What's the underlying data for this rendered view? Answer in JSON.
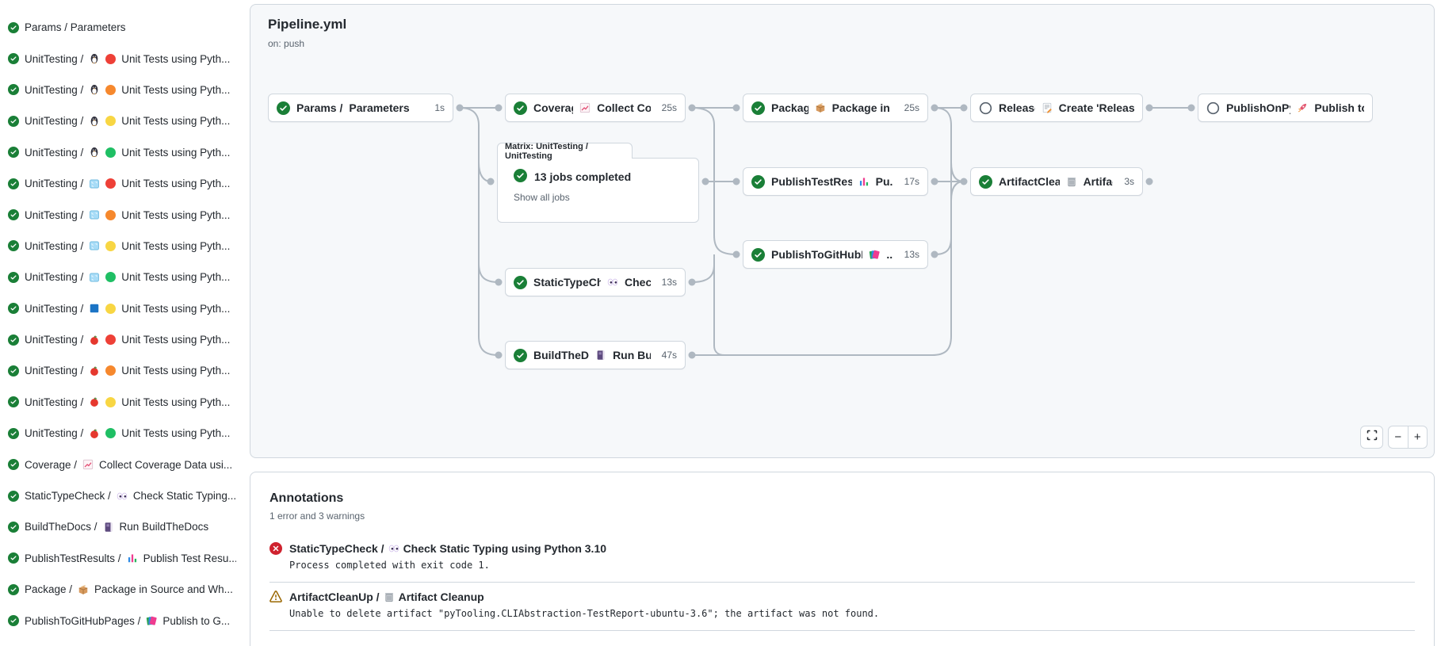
{
  "header": {
    "title": "Pipeline.yml",
    "trigger": "on: push"
  },
  "colors": {
    "success": "#1a7f37",
    "error": "#cf222e",
    "warning": "#9a6700",
    "edge": "#afb8c1",
    "dots": {
      "red": "#ee4037",
      "orange": "#f6882d",
      "yellow": "#f8d643",
      "green": "#1fbf64"
    }
  },
  "sidebar": {
    "items": [
      {
        "status": "success",
        "prefix": "Params / Parameters",
        "os_icon": null,
        "version_dot": null,
        "label": ""
      },
      {
        "status": "success",
        "prefix": "UnitTesting /",
        "os_icon": "penguin",
        "version_dot": "red",
        "label": "Unit Tests using Pyth..."
      },
      {
        "status": "success",
        "prefix": "UnitTesting /",
        "os_icon": "penguin",
        "version_dot": "orange",
        "label": "Unit Tests using Pyth..."
      },
      {
        "status": "success",
        "prefix": "UnitTesting /",
        "os_icon": "penguin",
        "version_dot": "yellow",
        "label": "Unit Tests using Pyth..."
      },
      {
        "status": "success",
        "prefix": "UnitTesting /",
        "os_icon": "penguin",
        "version_dot": "green",
        "label": "Unit Tests using Pyth..."
      },
      {
        "status": "success",
        "prefix": "UnitTesting /",
        "os_icon": "ice-cube",
        "version_dot": "red",
        "label": "Unit Tests using Pyth..."
      },
      {
        "status": "success",
        "prefix": "UnitTesting /",
        "os_icon": "ice-cube",
        "version_dot": "orange",
        "label": "Unit Tests using Pyth..."
      },
      {
        "status": "success",
        "prefix": "UnitTesting /",
        "os_icon": "ice-cube",
        "version_dot": "yellow",
        "label": "Unit Tests using Pyth..."
      },
      {
        "status": "success",
        "prefix": "UnitTesting /",
        "os_icon": "ice-cube",
        "version_dot": "green",
        "label": "Unit Tests using Pyth..."
      },
      {
        "status": "success",
        "prefix": "UnitTesting /",
        "os_icon": "blue-square",
        "version_dot": "yellow",
        "label": "Unit Tests using Pyth..."
      },
      {
        "status": "success",
        "prefix": "UnitTesting /",
        "os_icon": "apple",
        "version_dot": "red",
        "label": "Unit Tests using Pyth..."
      },
      {
        "status": "success",
        "prefix": "UnitTesting /",
        "os_icon": "apple",
        "version_dot": "orange",
        "label": "Unit Tests using Pyth..."
      },
      {
        "status": "success",
        "prefix": "UnitTesting /",
        "os_icon": "apple",
        "version_dot": "yellow",
        "label": "Unit Tests using Pyth..."
      },
      {
        "status": "success",
        "prefix": "UnitTesting /",
        "os_icon": "apple",
        "version_dot": "green",
        "label": "Unit Tests using Pyth..."
      },
      {
        "status": "success",
        "prefix": "Coverage /",
        "os_icon": "chart-increasing",
        "version_dot": null,
        "label": "Collect Coverage Data usi..."
      },
      {
        "status": "success",
        "prefix": "StaticTypeCheck /",
        "os_icon": "eyes",
        "version_dot": null,
        "label": "Check Static Typing..."
      },
      {
        "status": "success",
        "prefix": "BuildTheDocs /",
        "os_icon": "notebook",
        "version_dot": null,
        "label": "Run BuildTheDocs"
      },
      {
        "status": "success",
        "prefix": "PublishTestResults /",
        "os_icon": "bar-chart",
        "version_dot": null,
        "label": "Publish Test Resu..."
      },
      {
        "status": "success",
        "prefix": "Package /",
        "os_icon": "package-box",
        "version_dot": null,
        "label": "Package in Source and Wh..."
      },
      {
        "status": "success",
        "prefix": "PublishToGitHubPages /",
        "os_icon": "books",
        "version_dot": null,
        "label": "Publish to G..."
      }
    ]
  },
  "graph": {
    "nodes": [
      {
        "id": "params",
        "status": "success",
        "name": "Params / ",
        "icon": null,
        "label": "Parameters",
        "duration": "1s"
      },
      {
        "id": "coverage",
        "status": "success",
        "name": "Coverage / ",
        "icon": "chart-increasing",
        "label": "Collect Cove...",
        "duration": "25s"
      },
      {
        "id": "package",
        "status": "success",
        "name": "Package / ",
        "icon": "package-box",
        "label": "Package in So...",
        "duration": "25s"
      },
      {
        "id": "release",
        "status": "skipped",
        "name": "Release / ",
        "icon": "memo",
        "label": "Create 'Release P...",
        "duration": ""
      },
      {
        "id": "pypi",
        "status": "skipped",
        "name": "PublishOnPyPI / ",
        "icon": "rocket",
        "label": "Publish to ...",
        "duration": ""
      },
      {
        "id": "ptr",
        "status": "success",
        "name": "PublishTestResults / ",
        "icon": "bar-chart",
        "label": "Pu...",
        "duration": "17s"
      },
      {
        "id": "acu",
        "status": "success",
        "name": "ArtifactCleanUp / ",
        "icon": "trash",
        "label": "Artifac...",
        "duration": "3s"
      },
      {
        "id": "ptghp",
        "status": "success",
        "name": "PublishToGitHubPages / ",
        "icon": "books",
        "label": "...",
        "duration": "13s"
      },
      {
        "id": "stc",
        "status": "success",
        "name": "StaticTypeCheck / ",
        "icon": "eyes",
        "label": "Chec...",
        "duration": "13s"
      },
      {
        "id": "btd",
        "status": "success",
        "name": "BuildTheDocs / ",
        "icon": "notebook",
        "label": "Run Buil...",
        "duration": "47s"
      }
    ],
    "matrix": {
      "tab": "Matrix: UnitTesting / UnitTesting",
      "summary": "13 jobs completed",
      "link": "Show all jobs"
    }
  },
  "controls": {
    "zoom_out": "−",
    "zoom_in": "+"
  },
  "annotations": {
    "title": "Annotations",
    "summary": "1 error and 3 warnings",
    "items": [
      {
        "severity": "error",
        "job": "StaticTypeCheck / ",
        "icon": "eyes",
        "title": "Check Static Typing using Python 3.10",
        "message": "Process completed with exit code 1."
      },
      {
        "severity": "warning",
        "job": "ArtifactCleanUp / ",
        "icon": "trash",
        "title": "Artifact Cleanup",
        "message": "Unable to delete artifact \"pyTooling.CLIAbstraction-TestReport-ubuntu-3.6\"; the artifact was not found."
      }
    ]
  }
}
